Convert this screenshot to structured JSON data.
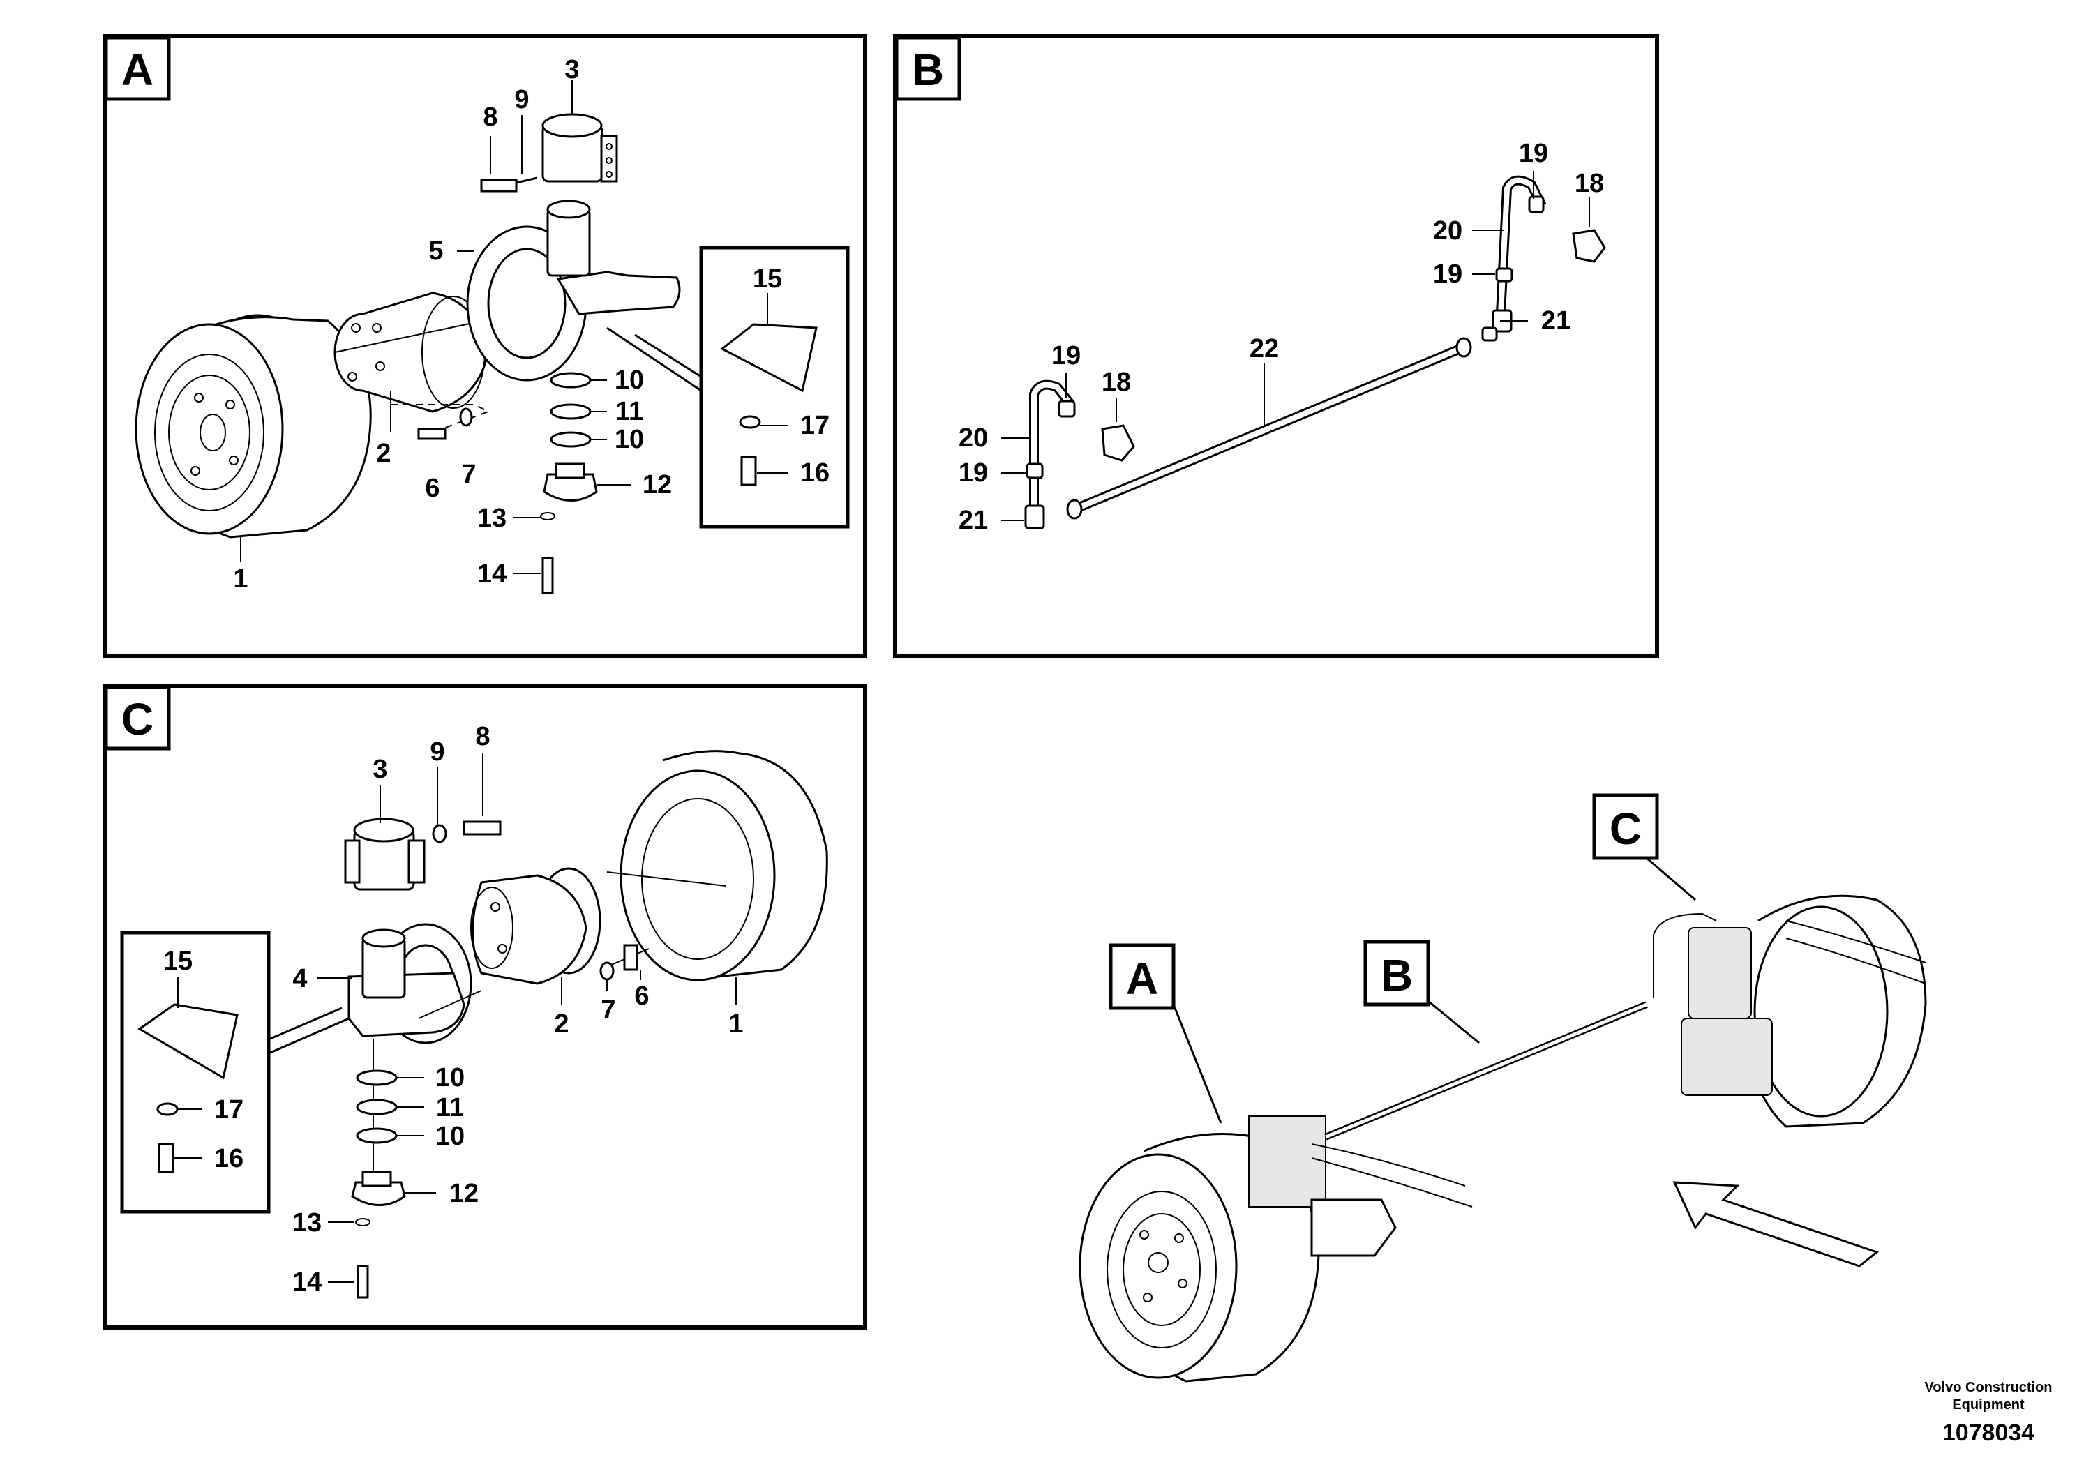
{
  "panels": {
    "A": {
      "tag": "A",
      "callouts": [
        "1",
        "2",
        "3",
        "5",
        "6",
        "7",
        "8",
        "9",
        "10",
        "11",
        "10",
        "12",
        "13",
        "14",
        "15",
        "17",
        "16"
      ]
    },
    "B": {
      "tag": "B",
      "callouts": [
        "19",
        "18",
        "20",
        "19",
        "21",
        "22",
        "19",
        "18",
        "20",
        "19",
        "21"
      ]
    },
    "C": {
      "tag": "C",
      "callouts": [
        "3",
        "9",
        "8",
        "4",
        "2",
        "7",
        "6",
        "1",
        "15",
        "10",
        "11",
        "10",
        "17",
        "12",
        "16",
        "13",
        "14"
      ]
    },
    "overview": {
      "tags": [
        "A",
        "B",
        "C"
      ]
    }
  },
  "footer": {
    "company_line1": "Volvo Construction",
    "company_line2": "Equipment",
    "drawing_number": "1078034"
  }
}
